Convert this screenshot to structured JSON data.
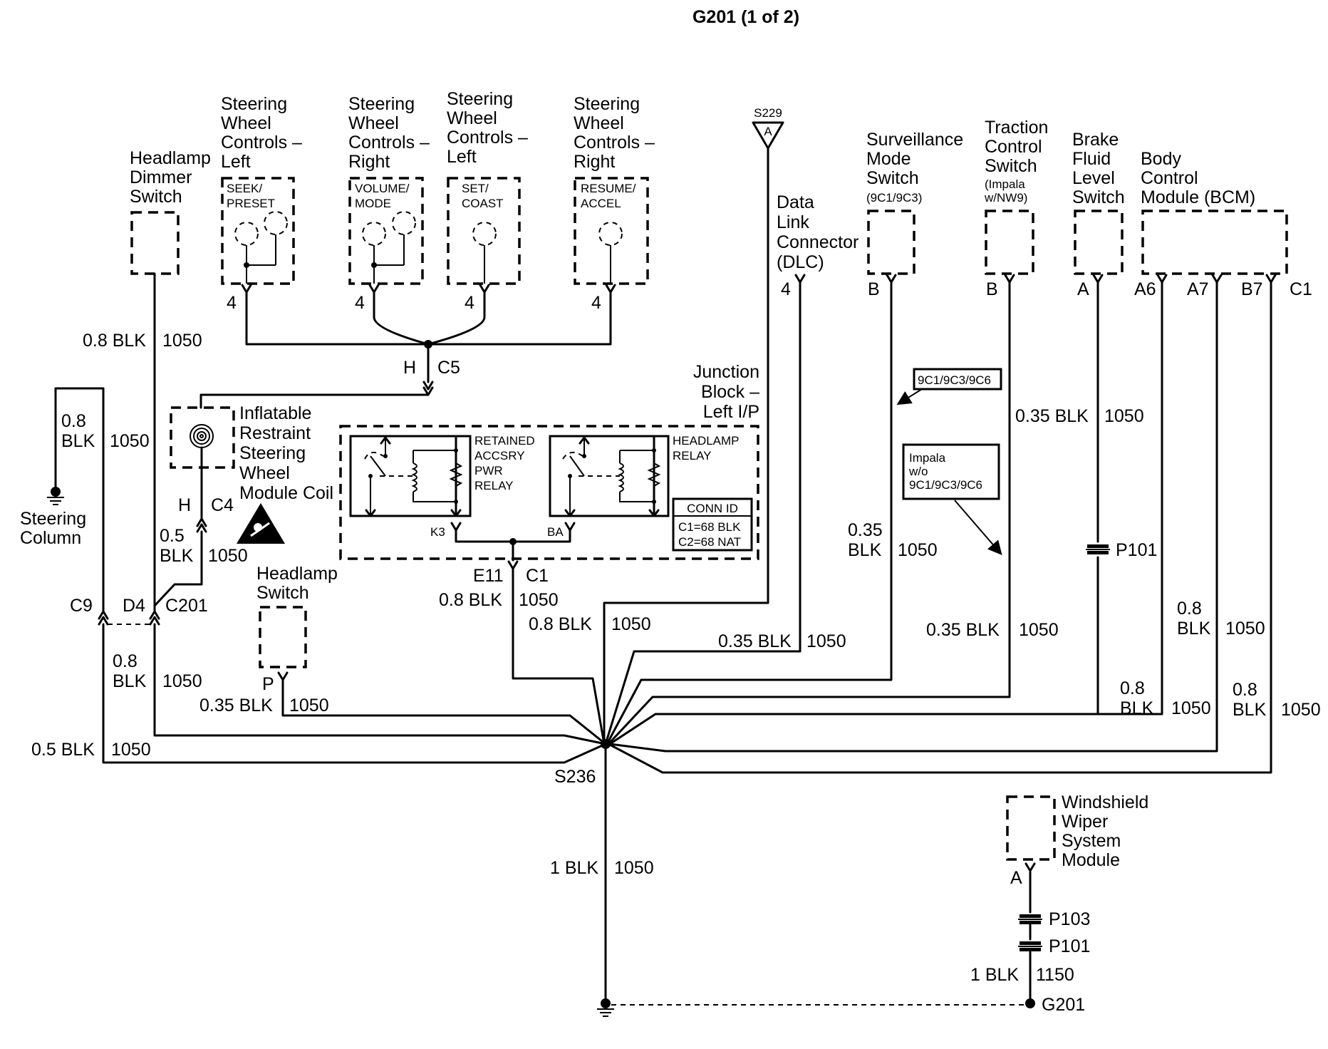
{
  "title": "G201 (1 of 2)",
  "components": {
    "headlamp_dimmer_switch": "Headlamp Dimmer Switch",
    "swc_left_1": "Steering Wheel Controls – Left",
    "swc_right_1": "Steering Wheel Controls – Right",
    "swc_left_2": "Steering Wheel Controls – Left",
    "swc_right_2": "Steering Wheel Controls – Right",
    "seek_preset": "SEEK/ PRESET",
    "volume_mode": "VOLUME/ MODE",
    "set_coast": "SET/ COAST",
    "resume_accel": "RESUME/ ACCEL",
    "dlc": "Data Link Connector (DLC)",
    "surveillance_switch": "Surveillance Mode Switch",
    "surveillance_note": "(9C1/9C3)",
    "traction_switch": "Traction Control Switch",
    "traction_note": "(Impala w/NW9)",
    "brake_switch": "Brake Fluid Level Switch",
    "bcm": "Body Control Module (BCM)",
    "junction_block": "Junction Block – Left I/P",
    "retained_relay": "RETAINED ACCSRY PWR RELAY",
    "headlamp_relay": "HEADLAMP RELAY",
    "conn_id_title": "CONN ID",
    "conn_id_c1": "C1=68 BLK",
    "conn_id_c2": "C2=68 NAT",
    "airbag_coil": "Inflatable Restraint Steering Wheel Module Coil",
    "steering_column": "Steering Column",
    "headlamp_switch": "Headlamp Switch",
    "wiper_module": "Windshield Wiper System Module",
    "note_9c": "9C1/9C3/9C6",
    "note_impala": "Impala w/o 9C1/9C3/9C6"
  },
  "pins": {
    "pin4_a": "4",
    "pin4_b": "4",
    "pin4_c": "4",
    "pin4_d": "4",
    "pin4_dlc": "4",
    "s229": "S229",
    "s229_pin": "A",
    "surv_b": "B",
    "trac_b": "B",
    "brake_a": "A",
    "bcm_a6": "A6",
    "bcm_a7": "A7",
    "bcm_b7": "B7",
    "bcm_c1": "C1",
    "c5_h": "H",
    "c5": "C5",
    "c4_h": "H",
    "c4": "C4",
    "c9": "C9",
    "d4": "D4",
    "c201": "C201",
    "k3": "K3",
    "ba": "BA",
    "e11": "E11",
    "c1": "C1",
    "hl_p": "P",
    "wiper_a": "A",
    "p101_brake": "P101",
    "p103": "P103",
    "p101_wiper": "P101",
    "s236": "S236",
    "g201": "G201"
  },
  "wires": {
    "dimmer_gauge": "0.8 BLK",
    "dimmer_circuit": "1050",
    "sc_gauge_a": "0.8",
    "sc_gauge_b": "BLK",
    "sc_circuit": "1050",
    "coil_gauge_a": "0.5",
    "coil_gauge_b": "BLK",
    "coil_circuit": "1050",
    "c201_gauge_a": "0.8",
    "c201_gauge_b": "BLK",
    "c201_circuit": "1050",
    "c9_gauge": "0.5 BLK",
    "c9_circuit": "1050",
    "hl_gauge": "0.35 BLK",
    "hl_circuit": "1050",
    "jb_gauge": "0.8 BLK",
    "jb_circuit": "1050",
    "s229_gauge": "0.8 BLK",
    "s229_circuit": "1050",
    "dlc_gauge": "0.35 BLK",
    "dlc_circuit": "1050",
    "surv_gauge_a": "0.35",
    "surv_gauge_b": "BLK",
    "surv_circuit": "1050",
    "trac_gauge_1": "0.35 BLK",
    "trac_circuit_1": "1050",
    "trac_gauge_2": "0.35 BLK",
    "trac_circuit_2": "1050",
    "a7_gauge_a": "0.8",
    "a7_gauge_b": "BLK",
    "a7_circuit": "1050",
    "a6_gauge_a": "0.8",
    "a6_gauge_b": "BLK",
    "a6_circuit": "1050",
    "c1_gauge_a": "0.8",
    "c1_gauge_b": "BLK",
    "c1_circuit": "1050",
    "ground_gauge": "1 BLK",
    "ground_circuit": "1050",
    "wiper_gauge": "1 BLK",
    "wiper_circuit": "1150"
  }
}
